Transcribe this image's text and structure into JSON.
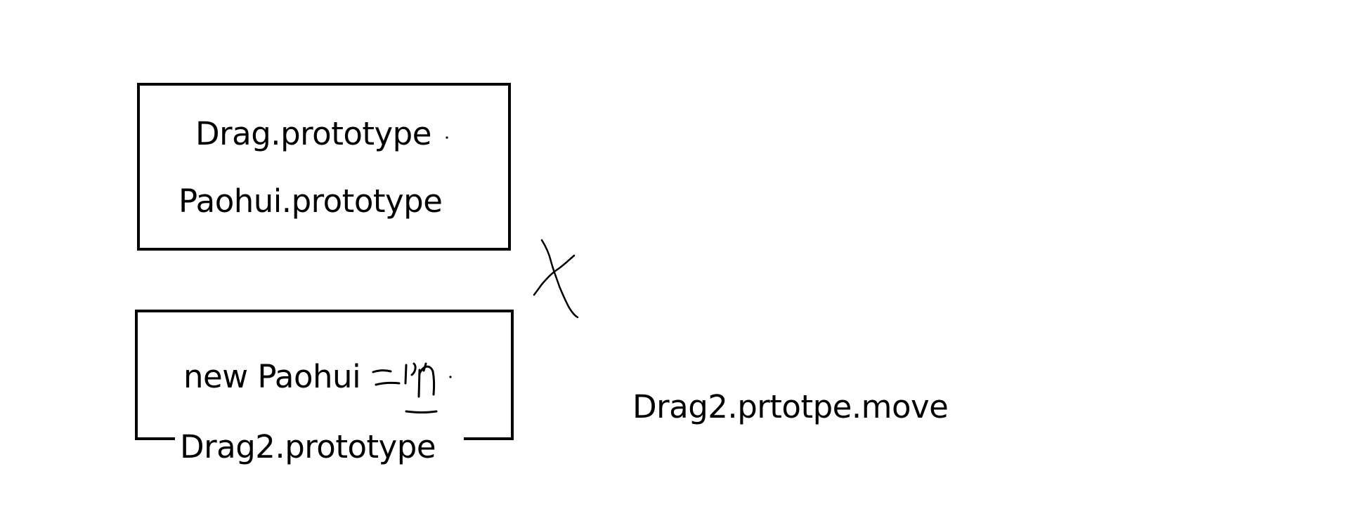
{
  "diagram": {
    "top_box": {
      "line1": "Drag.prototype",
      "line2": "Paohui.prototype"
    },
    "bottom_box": {
      "line1": "new Paohui",
      "line2": "Drag2.prototype"
    },
    "side_label": "Drag2.prtotpe.move",
    "annotations": [
      {
        "kind": "hand-drawn-cross",
        "meaning": "crossed-out link between boxes"
      },
      {
        "kind": "hand-drawn-scribble",
        "meaning": "equals-sign and handwritten glyphs after new Paohui"
      }
    ],
    "stroke_color": "#000000",
    "background_color": "#ffffff"
  }
}
